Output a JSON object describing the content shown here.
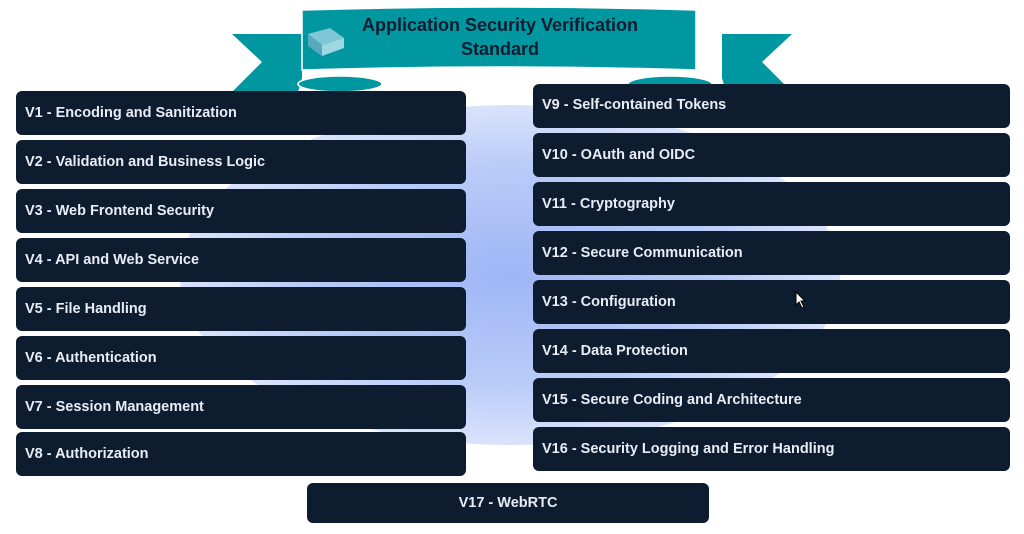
{
  "title": "Application Security Verification Standard",
  "colors": {
    "box": "#0e1c30",
    "banner": "#0097a0"
  },
  "left": [
    "V1 - Encoding and Sanitization",
    "V2 - Validation and Business Logic",
    "V3 - Web Frontend Security",
    "V4 - API and Web Service",
    "V5 - File Handling",
    "V6 - Authentication",
    "V7 - Session Management",
    "V8 - Authorization"
  ],
  "right": [
    "V9 - Self-contained Tokens",
    "V10 - OAuth and OIDC",
    "V11 - Cryptography",
    "V12 - Secure Communication",
    "V13 - Configuration",
    "V14 - Data Protection",
    "V15 - Secure Coding and Architecture",
    "V16 - Security Logging and Error Handling"
  ],
  "bottom": "V17 - WebRTC"
}
